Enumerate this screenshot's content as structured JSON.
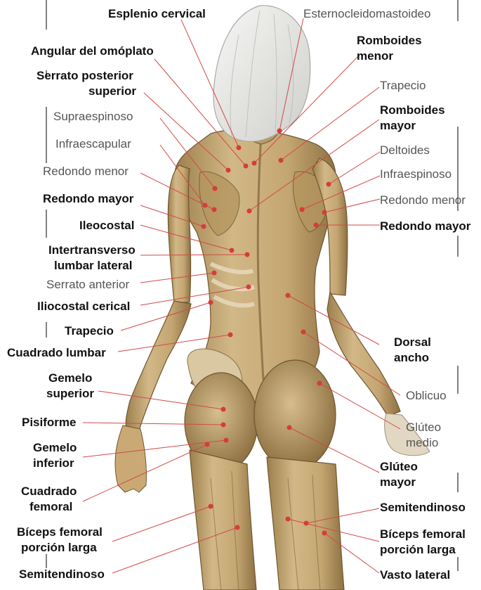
{
  "figure": {
    "colors": {
      "muscle": "#c9ad7a",
      "muscle_dark": "#9c7f4c",
      "muscle_shadow": "#7a6038",
      "hair": "#e9e9e7",
      "leader_line": "#d24a45",
      "marker": "#d63c3c",
      "divider": "#555555"
    }
  },
  "labels": [
    {
      "id": "esplenio-cervical",
      "text": "Esplenio cervical",
      "weight": "bold"
    },
    {
      "id": "esternocleidomastoideo",
      "text": "Esternocleidomastoideo",
      "weight": "light"
    },
    {
      "id": "angular-omoplato",
      "text": "Angular del omóplato",
      "weight": "bold"
    },
    {
      "id": "romboides-menor-1",
      "text": "Romboides",
      "weight": "bold"
    },
    {
      "id": "romboides-menor-2",
      "text": "menor",
      "weight": "bold"
    },
    {
      "id": "serrato-post-1",
      "text": "Serrato posterior",
      "weight": "bold"
    },
    {
      "id": "serrato-post-2",
      "text": "superior",
      "weight": "bold"
    },
    {
      "id": "trapecio-r",
      "text": "Trapecio",
      "weight": "light"
    },
    {
      "id": "supraespinoso",
      "text": "Supraespinoso",
      "weight": "light"
    },
    {
      "id": "romboides-mayor-1",
      "text": "Romboides",
      "weight": "bold"
    },
    {
      "id": "romboides-mayor-2",
      "text": "mayor",
      "weight": "bold"
    },
    {
      "id": "infraescapular",
      "text": "Infraescapular",
      "weight": "light"
    },
    {
      "id": "deltoides",
      "text": "Deltoides",
      "weight": "light"
    },
    {
      "id": "redondo-menor-l",
      "text": "Redondo menor",
      "weight": "light"
    },
    {
      "id": "infraespinoso",
      "text": "Infraespinoso",
      "weight": "light"
    },
    {
      "id": "redondo-mayor-l",
      "text": "Redondo mayor",
      "weight": "bold"
    },
    {
      "id": "redondo-menor-r",
      "text": "Redondo menor",
      "weight": "light"
    },
    {
      "id": "redondo-mayor-r",
      "text": "Redondo mayor",
      "weight": "bold"
    },
    {
      "id": "ileocostal",
      "text": "Ileocostal",
      "weight": "bold"
    },
    {
      "id": "intertransverso-1",
      "text": "Intertransverso",
      "weight": "bold"
    },
    {
      "id": "intertransverso-2",
      "text": "lumbar lateral",
      "weight": "bold"
    },
    {
      "id": "serrato-anterior",
      "text": "Serrato anterior",
      "weight": "light"
    },
    {
      "id": "iliocostal-cerical",
      "text": "Iliocostal cerical",
      "weight": "bold"
    },
    {
      "id": "trapecio-l",
      "text": "Trapecio",
      "weight": "bold"
    },
    {
      "id": "dorsal-ancho-1",
      "text": "Dorsal",
      "weight": "bold"
    },
    {
      "id": "dorsal-ancho-2",
      "text": "ancho",
      "weight": "bold"
    },
    {
      "id": "cuadrado-lumbar",
      "text": "Cuadrado lumbar",
      "weight": "bold"
    },
    {
      "id": "gemelo-sup-1",
      "text": "Gemelo",
      "weight": "bold"
    },
    {
      "id": "gemelo-sup-2",
      "text": "superior",
      "weight": "bold"
    },
    {
      "id": "oblicuo",
      "text": "Oblicuo",
      "weight": "light"
    },
    {
      "id": "pisiforme",
      "text": "Pisiforme",
      "weight": "bold"
    },
    {
      "id": "gluteo-medio-1",
      "text": "Glúteo",
      "weight": "light"
    },
    {
      "id": "gluteo-medio-2",
      "text": "medio",
      "weight": "light"
    },
    {
      "id": "gemelo-inf-1",
      "text": "Gemelo",
      "weight": "bold"
    },
    {
      "id": "gemelo-inf-2",
      "text": "inferior",
      "weight": "bold"
    },
    {
      "id": "gluteo-mayor-1",
      "text": "Glúteo",
      "weight": "bold"
    },
    {
      "id": "gluteo-mayor-2",
      "text": "mayor",
      "weight": "bold"
    },
    {
      "id": "cuadrado-fem-1",
      "text": "Cuadrado",
      "weight": "bold"
    },
    {
      "id": "cuadrado-fem-2",
      "text": "femoral",
      "weight": "bold"
    },
    {
      "id": "semitendinoso-r",
      "text": "Semitendinoso",
      "weight": "bold"
    },
    {
      "id": "biceps-l-1",
      "text": "Bíceps femoral",
      "weight": "bold"
    },
    {
      "id": "biceps-l-2",
      "text": "porción larga",
      "weight": "bold"
    },
    {
      "id": "biceps-r-1",
      "text": "Bíceps femoral",
      "weight": "bold"
    },
    {
      "id": "biceps-r-2",
      "text": "porción larga",
      "weight": "bold"
    },
    {
      "id": "semitendinoso-l",
      "text": "Semitendinoso",
      "weight": "bold"
    },
    {
      "id": "vasto-lateral",
      "text": "Vasto lateral",
      "weight": "bold"
    }
  ]
}
